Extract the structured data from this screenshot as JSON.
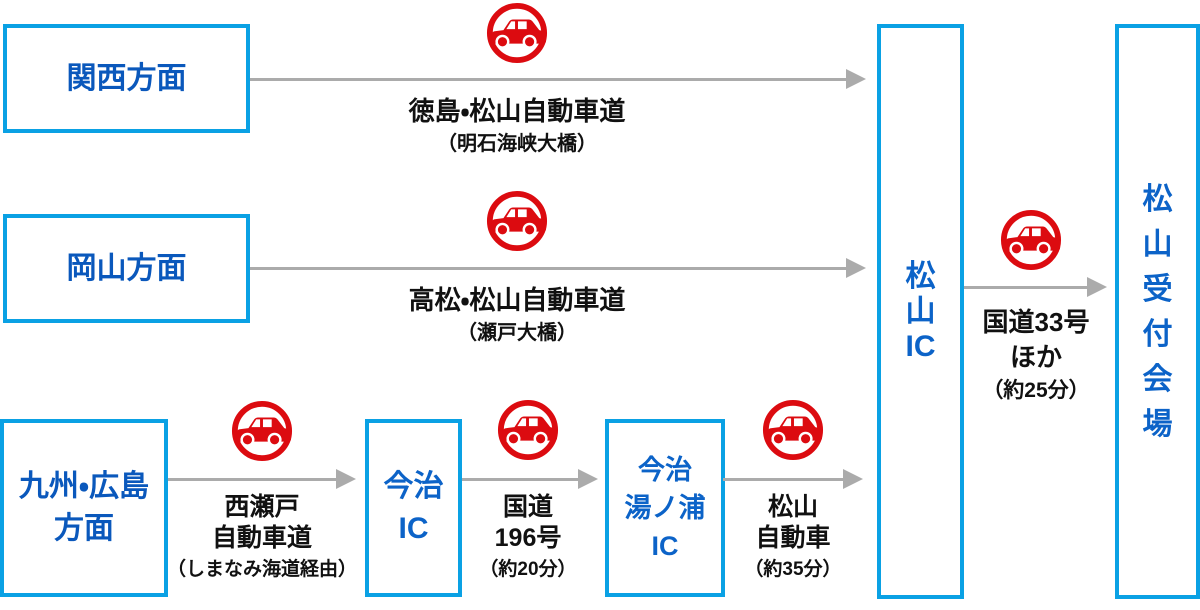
{
  "diagram_title": "access-route-diagram-to-matsuyama-venue",
  "colors": {
    "box_border_blue": "#0aa1e4",
    "origin_text_blue": "#0a58bc",
    "ic_text_blue": "#0c63c8",
    "arrow_gray": "#ababab",
    "car_icon_red": "#dc0b10",
    "route_text_black": "#111111",
    "background": "#ffffff"
  },
  "icons": {
    "car": "car-in-circle-icon"
  },
  "nodes": {
    "kansai": {
      "lines": [
        "関西方面"
      ]
    },
    "okayama": {
      "lines": [
        "岡山方面"
      ]
    },
    "kyushu_hiroshima": {
      "lines": [
        "九州・広島",
        "方面"
      ]
    },
    "imabari_ic": {
      "lines": [
        "今治",
        "IC"
      ]
    },
    "imabari_yunoura_ic": {
      "lines": [
        "今治",
        "湯ノ浦",
        "IC"
      ]
    },
    "matsuyama_ic": {
      "lines": [
        "松",
        "山",
        "IC"
      ]
    },
    "matsuyama_venue": {
      "lines": [
        "松",
        "山",
        "受",
        "付",
        "会",
        "場"
      ]
    }
  },
  "routes": {
    "tokushima_matsuyama": {
      "line1": "徳島・松山自動車道",
      "line2": "（明石海峡大橋）"
    },
    "takamatsu_matsuyama": {
      "line1": "高松・松山自動車道",
      "line2": "（瀬戸大橋）"
    },
    "nishiseto": {
      "line1": "西瀬戸",
      "line2": "自動車道",
      "line3": "（しまなみ海道経由）"
    },
    "route_196": {
      "line1": "国道",
      "line2": "196号",
      "line3": "（約20分）"
    },
    "matsuyama_expressway": {
      "line1": "松山",
      "line2": "自動車",
      "line3": "（約35分）"
    },
    "route_33": {
      "line1": "国道33号",
      "line2": "ほか",
      "line3": "（約25分）"
    }
  }
}
